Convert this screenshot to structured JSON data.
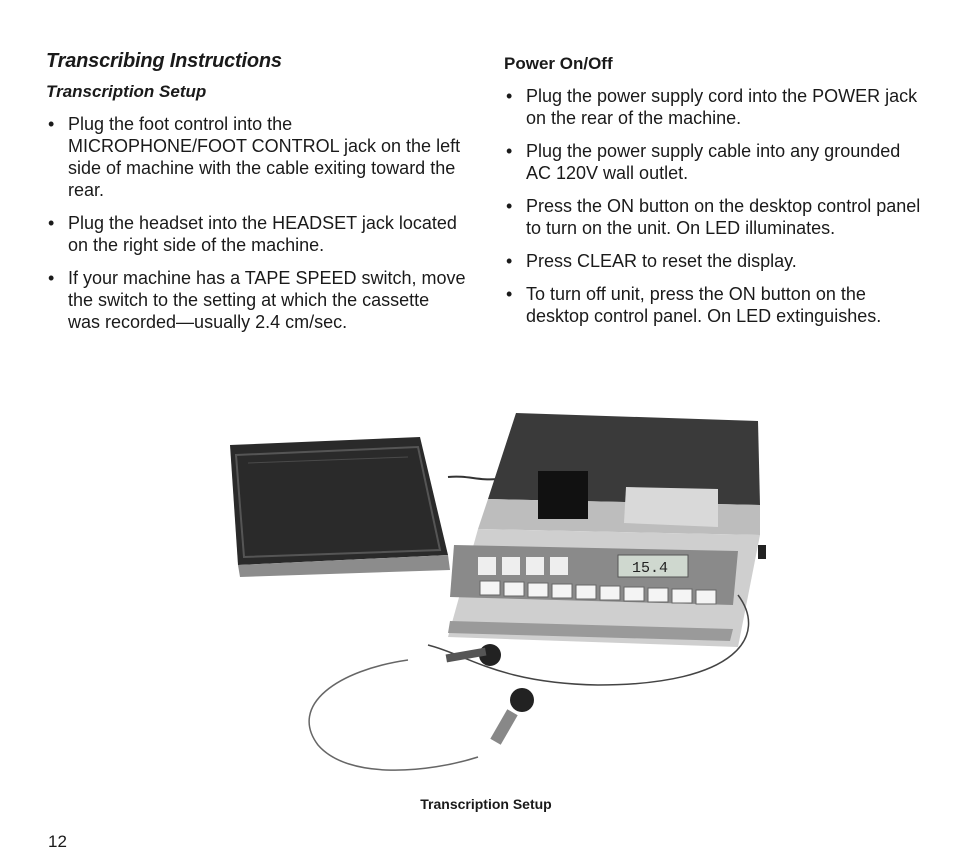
{
  "left": {
    "title": "Transcribing Instructions",
    "subtitle": "Transcription Setup",
    "items": [
      "Plug the foot control into the MICROPHONE/FOOT CONTROL jack on the left side of machine with the cable exiting toward the rear.",
      "Plug the headset into the HEADSET jack located on the right side of the machine.",
      "If your machine has a TAPE SPEED switch, move the switch to the setting at which the cassette was recorded—usually 2.4 cm/sec."
    ]
  },
  "right": {
    "title": "Power On/Off",
    "items": [
      "Plug the power supply cord into the POWER jack on the rear of the machine.",
      "Plug the power supply cable into any grounded AC 120V wall outlet.",
      "Press the ON button on the desktop control panel to turn on the unit. On LED illuminates.",
      "Press CLEAR to reset the display.",
      "To turn off unit, press the ON button on the desktop control panel. On LED extinguishes."
    ]
  },
  "figure": {
    "display_value": "15.4",
    "caption": "Transcription Setup"
  },
  "page_number": "12"
}
